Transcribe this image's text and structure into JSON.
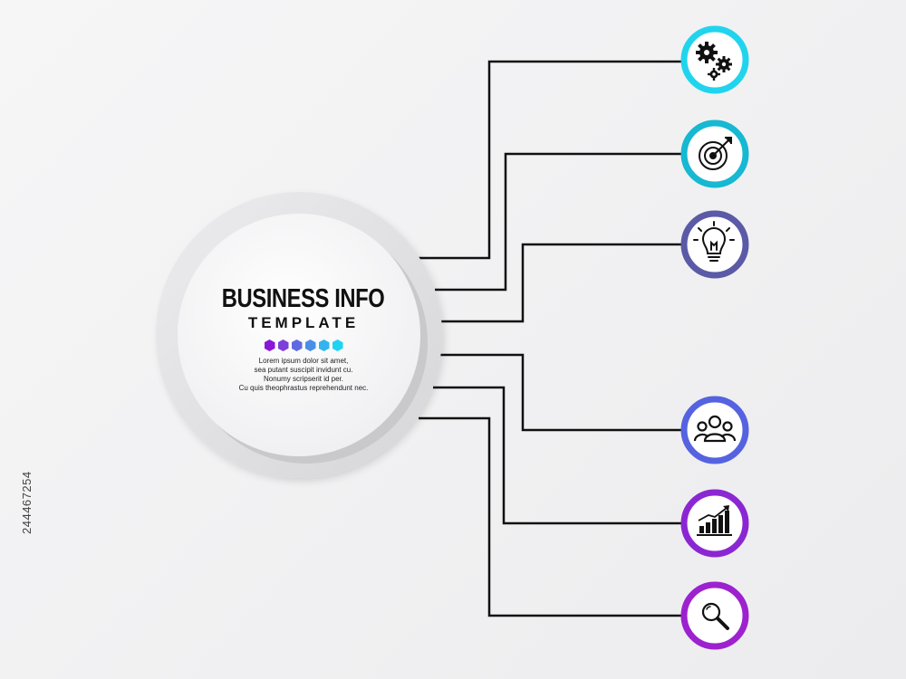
{
  "title": "BUSINESS INFO",
  "subtitle": "TEMPLATE",
  "body_lines": [
    "Lorem ipsum dolor sit amet,",
    "sea putant suscipit invidunt cu.",
    "Nonumy scripserit id per.",
    "Cu quis theophrastus reprehendunt nec."
  ],
  "hex_colors": [
    "#8a17d6",
    "#7d3fd9",
    "#5f6ae0",
    "#4a8ee6",
    "#33b4ef",
    "#1fd3f3"
  ],
  "nodes": [
    {
      "icon": "gears-icon",
      "ring_color": "#21d4ee"
    },
    {
      "icon": "target-icon",
      "ring_color": "#16b8d2"
    },
    {
      "icon": "lightbulb-icon",
      "ring_color": "#5b5aa6"
    },
    {
      "icon": "team-icon",
      "ring_color": "#5563e0"
    },
    {
      "icon": "growth-chart-icon",
      "ring_color": "#8b27d2"
    },
    {
      "icon": "search-icon",
      "ring_color": "#9d22cf"
    }
  ],
  "stock_id": "244467254"
}
